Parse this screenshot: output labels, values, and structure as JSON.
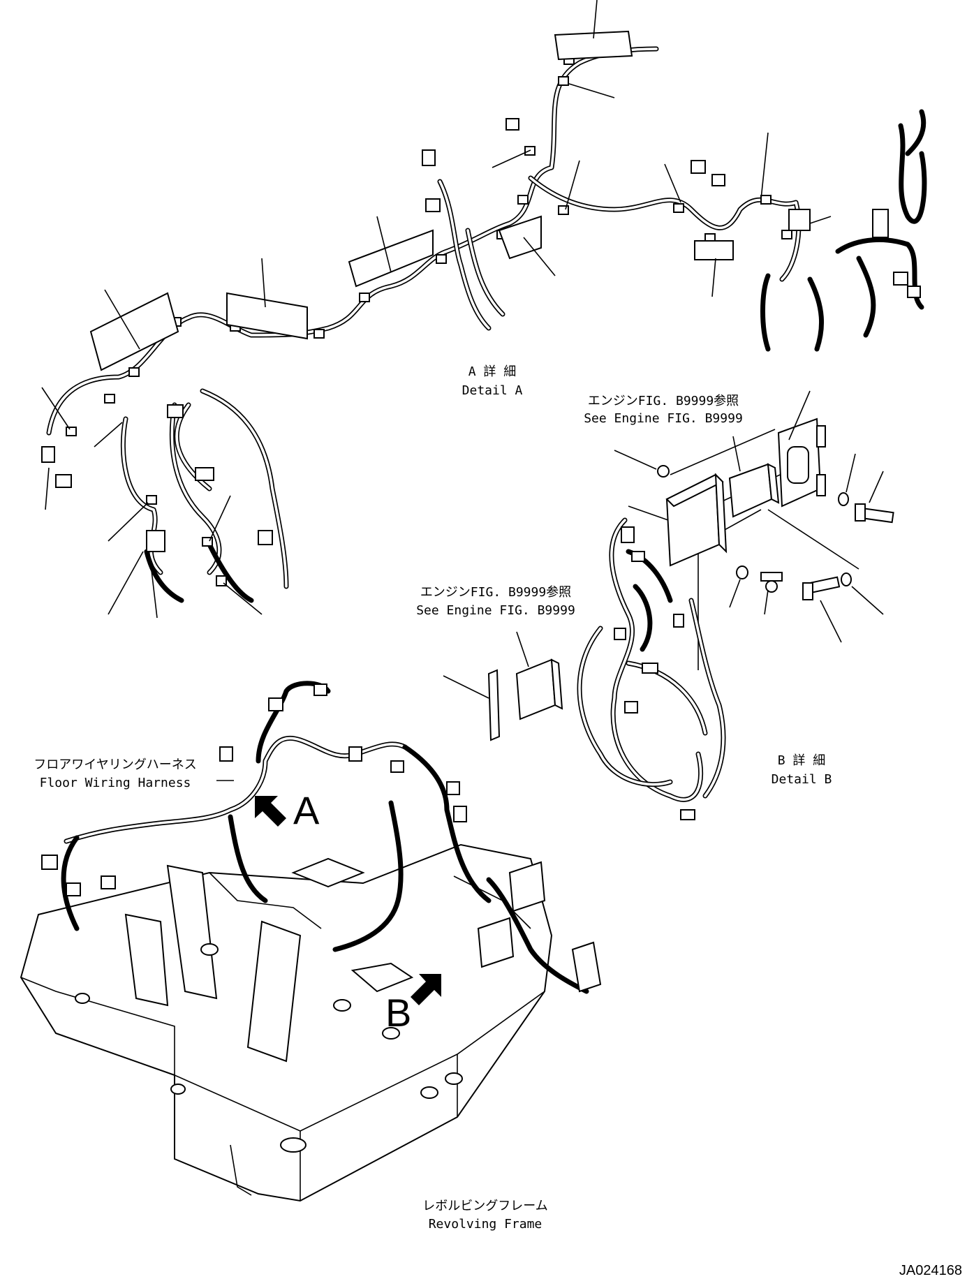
{
  "detail_a": {
    "jp": "A 詳 細",
    "en": "Detail  A"
  },
  "detail_b": {
    "jp": "B 詳 細",
    "en": "Detail  B"
  },
  "engine_ref_1": {
    "jp": "エンジンFIG. B9999参照",
    "en": "See Engine FIG. B9999"
  },
  "engine_ref_2": {
    "jp": "エンジンFIG. B9999参照",
    "en": "See Engine FIG. B9999"
  },
  "floor_harness": {
    "jp": "フロアワイヤリングハーネス",
    "en": "Floor Wiring Harness"
  },
  "revolving_frame": {
    "jp": "レボルビングフレーム",
    "en": "Revolving Frame"
  },
  "view_a": "A",
  "view_b": "B",
  "drawing_id": "JA024168"
}
